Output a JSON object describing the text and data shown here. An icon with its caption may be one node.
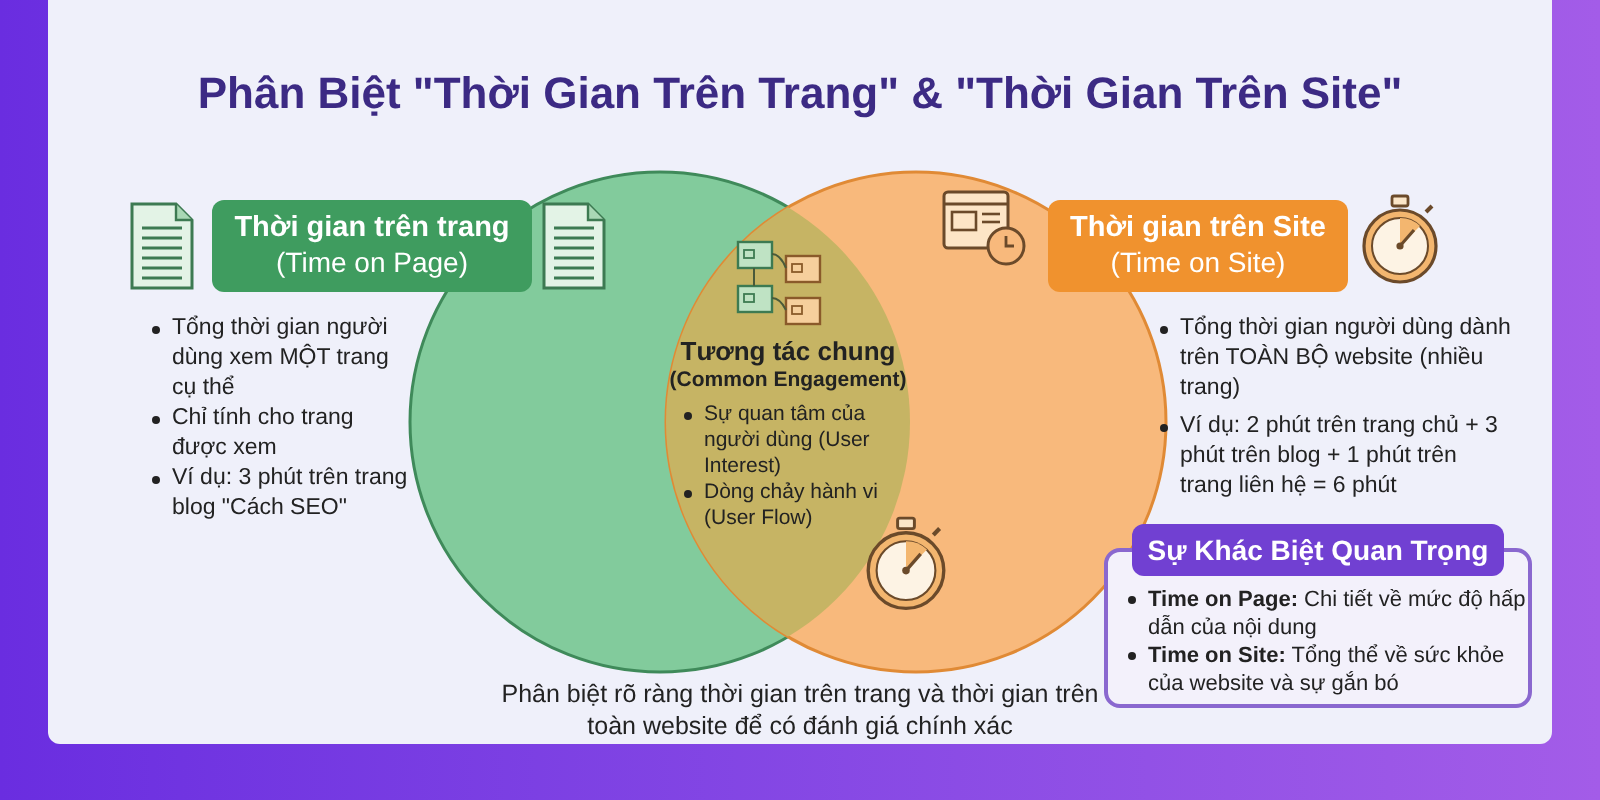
{
  "diagram": {
    "title": "Phân Biệt \"Thời Gian Trên Trang\" & \"Thời Gian Trên Site\"",
    "nodes": [
      {
        "text": [
          "Thời gian trên trang",
          "(Time on Page)"
        ]
      },
      {
        "text": [
          "Thời gian trên Site",
          "(Time on Site)"
        ]
      },
      {
        "text": [
          "Tương tác chung",
          "(Common Engagement)",
          "Sự quan tâm của người dùng (User Interest)",
          "Dòng chảy hành vi (User Flow)"
        ]
      },
      {
        "text": [
          "Sự Khác Biệt Quan Trọng",
          "**Time on Page:** Chi tiết về mức độ hấp dẫn của nội dung",
          "**Time on Site:** Tổng thể về sức khỏe của website và sự gắn bó"
        ]
      }
    ],
    "labels": [
      "Tổng thời gian người dùng xem MỘT trang cụ thể",
      "Chỉ tính cho trang được xem",
      "Ví dụ: 3 phút trên trang blog \"Cách SEO\"",
      "Tổng thời gian người dùng dành trên TOÀN BỘ website (nhiều trang)",
      "Ví dụ: 2 phút trên trang chủ + 3 phút trên blog + 1 phút trên trang liên hệ = 6 phút"
    ],
    "caption": "Phân biệt rõ ràng thời gian trên trang và thời gian trên toàn website để có đánh giá chính xác"
  }
}
